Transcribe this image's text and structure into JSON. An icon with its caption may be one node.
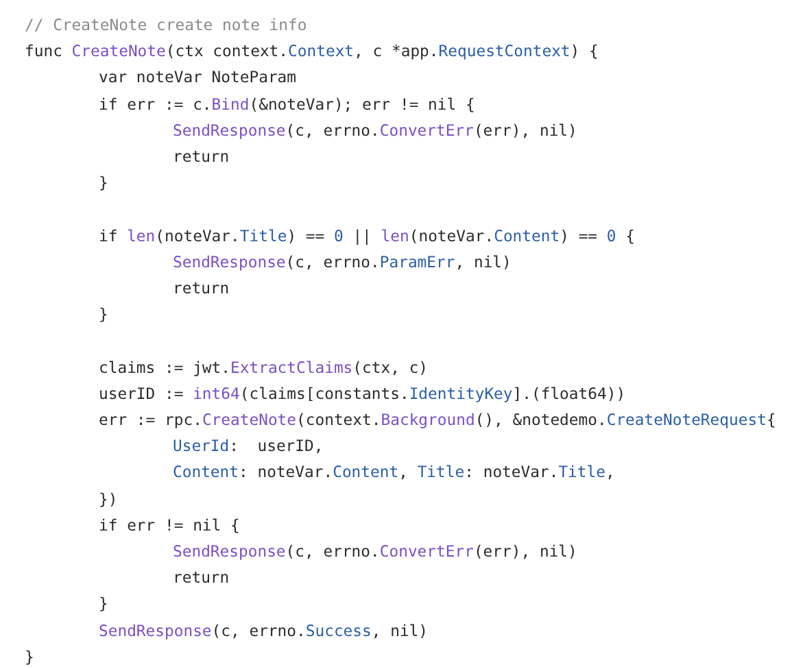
{
  "diagram": {
    "labels": [
      "// CreateNote create note info",
      "func CreateNote(ctx context.Context, c *app.RequestContext) {",
      "var noteVar NoteParam",
      "if err := c.Bind(&noteVar); err != nil {",
      "SendResponse(c, errno.ConvertErr(err), nil)",
      "return",
      "}",
      "if len(noteVar.Title) == 0 || len(noteVar.Content) == 0 {",
      "SendResponse(c, errno.ParamErr, nil)",
      "return",
      "}",
      "claims := jwt.ExtractClaims(ctx, c)",
      "userID := int64(claims[constants.IdentityKey].(float64))",
      "err := rpc.CreateNote(context.Background(), &notedemo.CreateNoteRequest{",
      "UserId:  userID,",
      "Content: noteVar.Content, Title: noteVar.Title,",
      "})",
      "if err != nil {",
      "SendResponse(c, errno.ConvertErr(err), nil)",
      "return",
      "}",
      "SendResponse(c, errno.Success, nil)",
      "}"
    ]
  }
}
